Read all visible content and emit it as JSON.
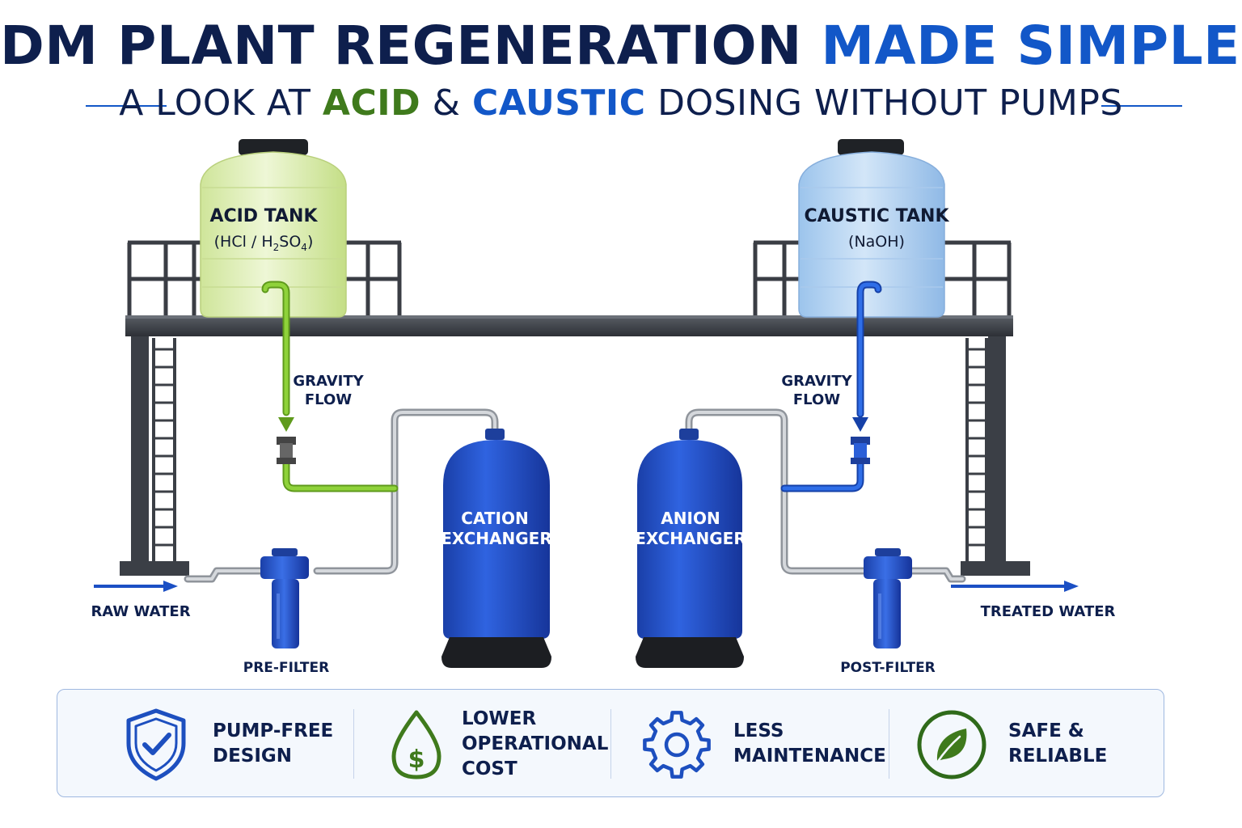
{
  "title": {
    "line1_a": "DM PLANT REGENERATION",
    "line1_b": "MADE SIMPLE:",
    "line2_a": "A LOOK AT",
    "line2_acid": "ACID",
    "line2_amp": "&",
    "line2_caustic": "CAUSTIC",
    "line2_b": "DOSING WITHOUT PUMPS"
  },
  "tanks": {
    "acid": {
      "name": "ACID TANK",
      "chem_open": "(HCl / H",
      "chem_sub1": "2",
      "chem_mid": "SO",
      "chem_sub2": "4",
      "chem_close": ")"
    },
    "caustic": {
      "name": "CAUSTIC TANK",
      "chem": "(NaOH)"
    }
  },
  "flow_labels": {
    "left_line1": "GRAVITY",
    "left_line2": "FLOW",
    "right_line1": "GRAVITY",
    "right_line2": "FLOW"
  },
  "vessels": {
    "cation_line1": "CATION",
    "cation_line2": "EXCHANGER",
    "anion_line1": "ANION",
    "anion_line2": "EXCHANGER"
  },
  "components": {
    "raw_water": "RAW WATER",
    "treated_water": "TREATED WATER",
    "pre_filter": "PRE-FILTER",
    "post_filter": "POST-FILTER"
  },
  "benefits": [
    {
      "icon": "shield-check-icon",
      "lines": [
        "PUMP-FREE",
        "DESIGN"
      ]
    },
    {
      "icon": "dollar-drop-icon",
      "lines": [
        "LOWER",
        "OPERATIONAL",
        "COST"
      ]
    },
    {
      "icon": "gear-icon",
      "lines": [
        "LESS",
        "MAINTENANCE"
      ]
    },
    {
      "icon": "leaf-icon",
      "lines": [
        "SAFE &",
        "RELIABLE"
      ]
    }
  ],
  "colors": {
    "navy": "#0e1f4d",
    "blue": "#1257c8",
    "acid_green": "#7cc22a",
    "acid_text": "#3f7a1c",
    "acid_tank": "#e6f2c4",
    "caustic_tank": "#bcd8f3",
    "vessel": "#1f4fcf"
  }
}
